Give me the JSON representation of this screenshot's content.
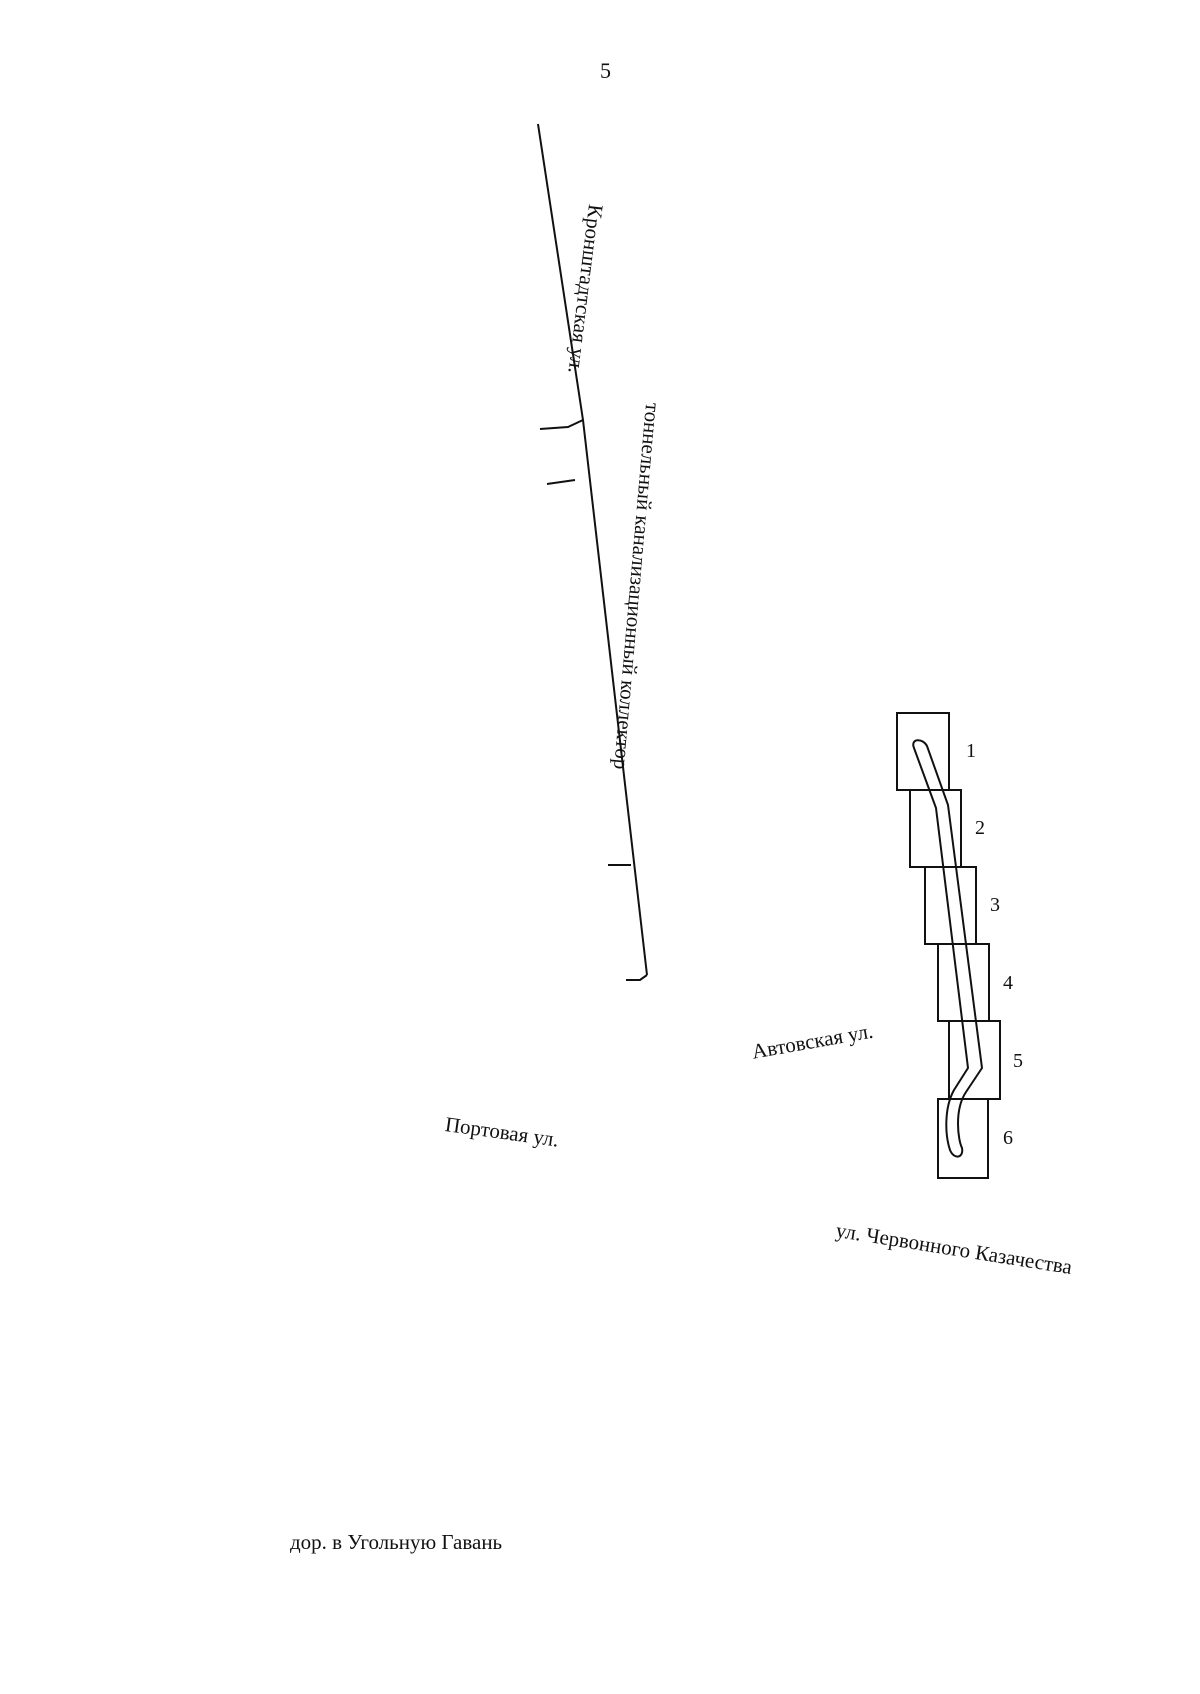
{
  "page": {
    "number": "5"
  },
  "streets": {
    "kronshtadtskaya": "Кронштадтская  ул.",
    "avtovskaya": "Автовская ул.",
    "portovaya": "Портовая ул.",
    "chervonnogo_kazachestva": "ул. Червонного Казачества",
    "road_to_coal_harbour": "дор. в Угольную Гавань"
  },
  "collector": {
    "label": "тоннельный канализационный коллектор"
  },
  "segments": [
    {
      "number": "1"
    },
    {
      "number": "2"
    },
    {
      "number": "3"
    },
    {
      "number": "4"
    },
    {
      "number": "5"
    },
    {
      "number": "6"
    }
  ],
  "colors": {
    "ink": "#111111",
    "paper": "#ffffff"
  }
}
